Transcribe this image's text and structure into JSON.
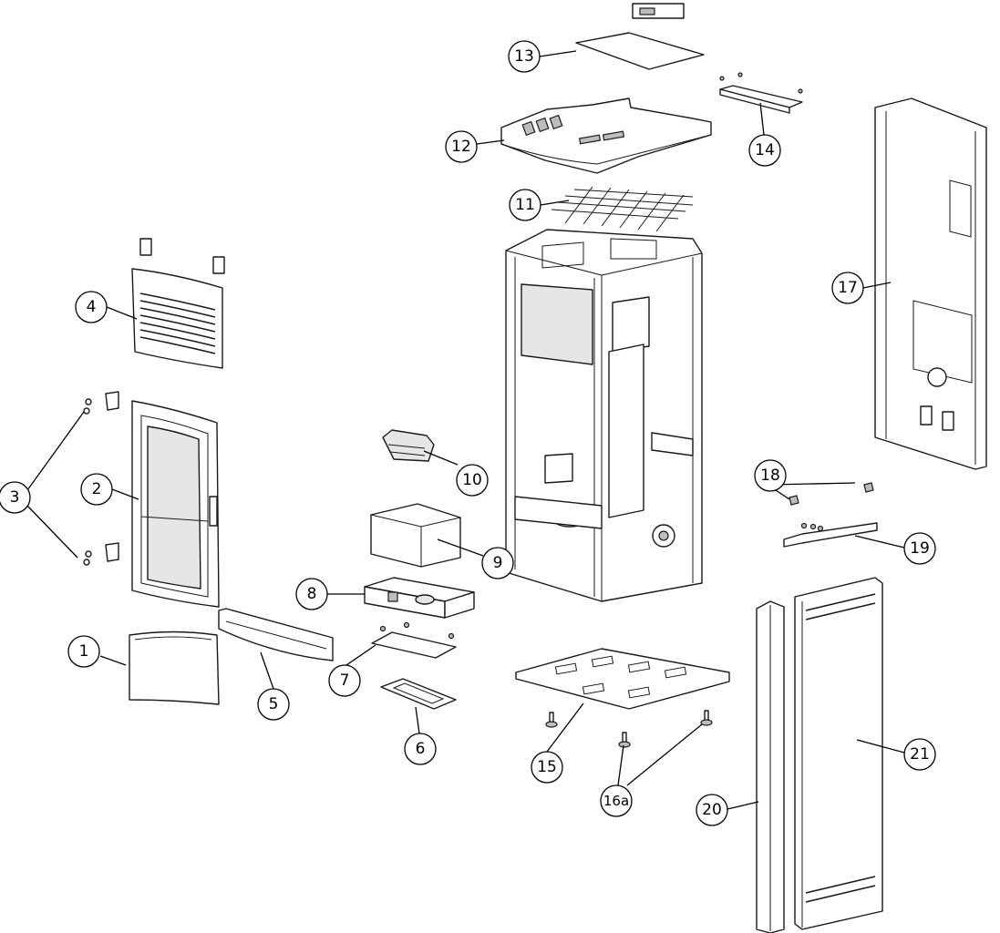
{
  "callouts": [
    {
      "id": "c1",
      "label": "1"
    },
    {
      "id": "c2",
      "label": "2"
    },
    {
      "id": "c3",
      "label": "3"
    },
    {
      "id": "c4",
      "label": "4"
    },
    {
      "id": "c5",
      "label": "5"
    },
    {
      "id": "c6",
      "label": "6"
    },
    {
      "id": "c7",
      "label": "7"
    },
    {
      "id": "c8",
      "label": "8"
    },
    {
      "id": "c9",
      "label": "9"
    },
    {
      "id": "c10",
      "label": "10"
    },
    {
      "id": "c11",
      "label": "11"
    },
    {
      "id": "c12",
      "label": "12"
    },
    {
      "id": "c13",
      "label": "13"
    },
    {
      "id": "c14",
      "label": "14"
    },
    {
      "id": "c15",
      "label": "15"
    },
    {
      "id": "c16a",
      "label": "16a"
    },
    {
      "id": "c17",
      "label": "17"
    },
    {
      "id": "c18",
      "label": "18"
    },
    {
      "id": "c19",
      "label": "19"
    },
    {
      "id": "c20",
      "label": "20"
    },
    {
      "id": "c21",
      "label": "21"
    }
  ],
  "colors": {
    "line": "#1a1a1a",
    "fill": "#ffffff",
    "shade": "#e6e6e6"
  }
}
